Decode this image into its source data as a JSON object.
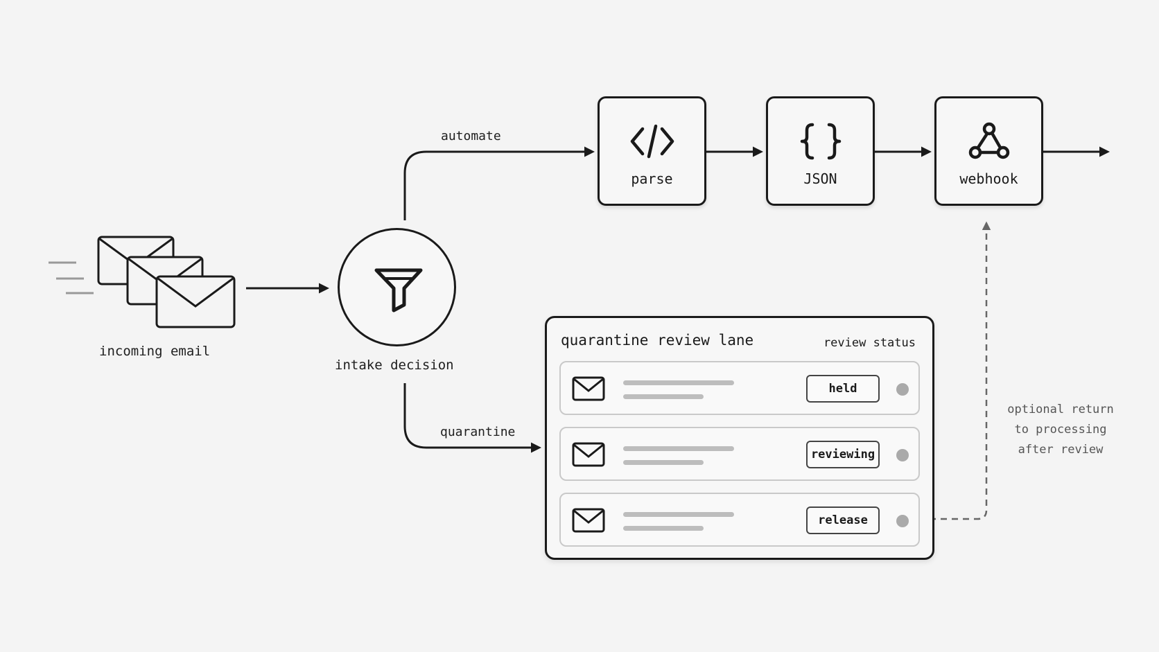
{
  "nodes": {
    "incoming": {
      "label": "incoming email"
    },
    "decision": {
      "label": "intake decision"
    },
    "parse": {
      "label": "parse",
      "icon": "code-icon"
    },
    "json": {
      "label": "JSON",
      "icon": "braces-icon"
    },
    "webhook": {
      "label": "webhook",
      "icon": "webhook-icon"
    }
  },
  "edges": {
    "automate": "automate",
    "quarantine": "quarantine"
  },
  "lane": {
    "title": "quarantine review lane",
    "status_header": "review status",
    "rows": [
      {
        "status": "held"
      },
      {
        "status": "reviewing"
      },
      {
        "status": "release"
      }
    ]
  },
  "return_note": [
    "optional return",
    "to processing",
    "after review"
  ],
  "colors": {
    "stroke": "#1a1a1a",
    "muted": "#bdbdbd",
    "dashed": "#666666",
    "background": "#f4f4f4"
  }
}
